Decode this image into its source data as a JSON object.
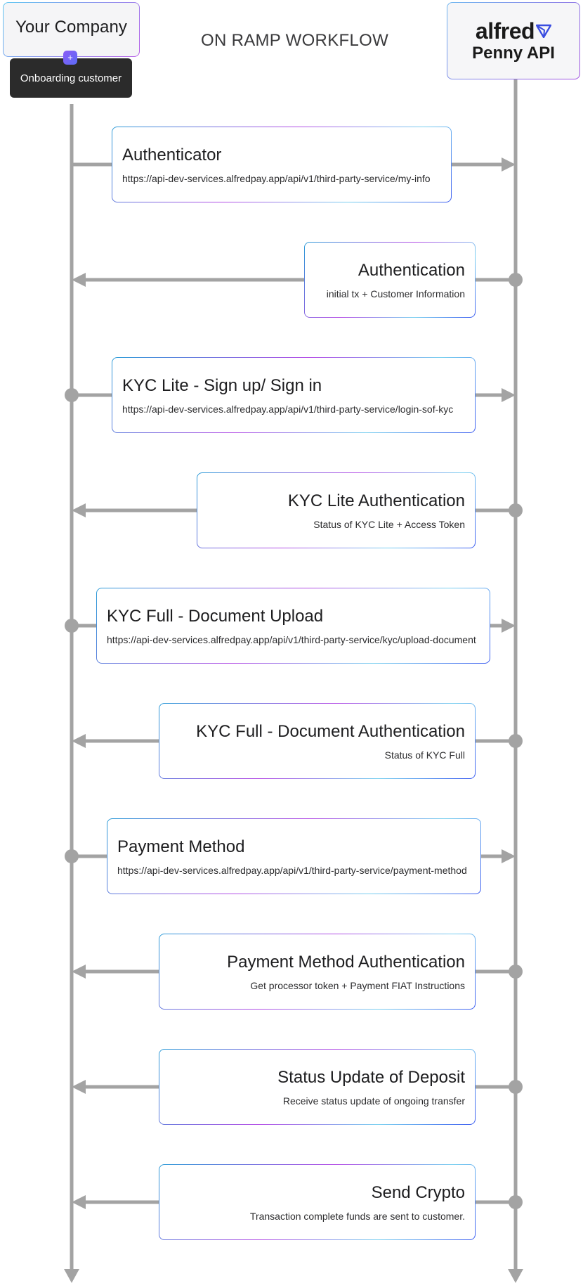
{
  "actors": {
    "left": {
      "name": "Your Company"
    },
    "right": {
      "brand": "alfred",
      "product": "Penny API"
    }
  },
  "title": "ON RAMP WORKFLOW",
  "badge": {
    "symbol": "+",
    "tooltip": "Onboarding customer"
  },
  "messages": [
    {
      "title": "Authenticator",
      "subtitle": "https://api-dev-services.alfredpay.app/api/v1/third-party-service/my-info",
      "direction": "to-right"
    },
    {
      "title": "Authentication",
      "subtitle": "initial tx + Customer Information",
      "direction": "to-left"
    },
    {
      "title": "KYC Lite - Sign up/ Sign in",
      "subtitle": "https://api-dev-services.alfredpay.app/api/v1/third-party-service/login-sof-kyc",
      "direction": "to-right"
    },
    {
      "title": "KYC Lite Authentication",
      "subtitle": "Status of KYC Lite + Access Token",
      "direction": "to-left"
    },
    {
      "title": "KYC Full - Document Upload",
      "subtitle": "https://api-dev-services.alfredpay.app/api/v1/third-party-service/kyc/upload-document",
      "direction": "to-right"
    },
    {
      "title": "KYC Full - Document Authentication",
      "subtitle": "Status of KYC Full",
      "direction": "to-left"
    },
    {
      "title": "Payment Method",
      "subtitle": "https://api-dev-services.alfredpay.app/api/v1/third-party-service/payment-method",
      "direction": "to-right"
    },
    {
      "title": "Payment Method Authentication",
      "subtitle": "Get processor token + Payment FIAT Instructions",
      "direction": "to-left"
    },
    {
      "title": "Status Update of Deposit",
      "subtitle": "Receive status update of ongoing transfer",
      "direction": "to-left"
    },
    {
      "title": "Send Crypto",
      "subtitle": "Transaction complete funds are sent to customer.",
      "direction": "to-left"
    }
  ],
  "colors": {
    "line": "#a3a3a3",
    "tooltip_bg": "#2b2b2b",
    "badge": "#7b5cf6"
  }
}
